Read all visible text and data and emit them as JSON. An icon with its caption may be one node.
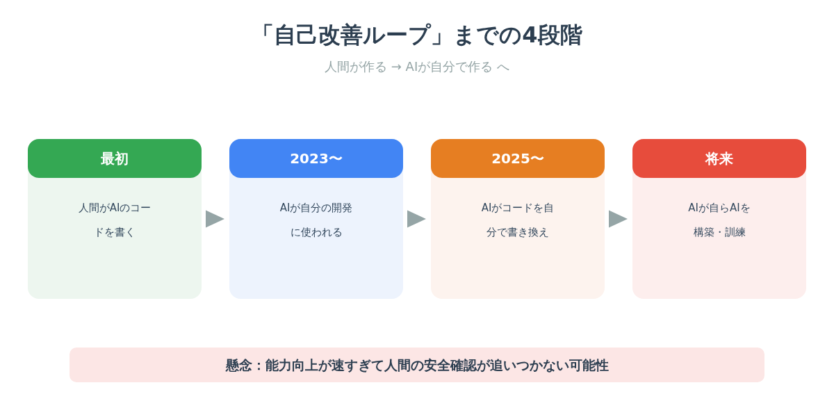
{
  "diagram": {
    "title": "「自己改善ループ」までの4段階",
    "nodes": [
      {
        "text": [
          "最初",
          "人間がAIのコードを書く"
        ]
      },
      {
        "text": [
          "2023〜",
          "AIが自分の開発に使われる"
        ]
      },
      {
        "text": [
          "2025〜",
          "AIがコードを自分で書き換え"
        ]
      },
      {
        "text": [
          "将来",
          "AIが自らAIを構築・訓練"
        ]
      },
      {
        "text": [
          "懸念：能力向上が速すぎて人間の安全確認が追いつかない可能性"
        ]
      }
    ],
    "edges": [
      {
        "from": 0,
        "to": 1,
        "arrow": "to"
      },
      {
        "from": 1,
        "to": 2,
        "arrow": "to"
      },
      {
        "from": 2,
        "to": 3,
        "arrow": "to"
      }
    ],
    "labels": [
      "人間が作る → AIが自分で作る へ"
    ]
  }
}
